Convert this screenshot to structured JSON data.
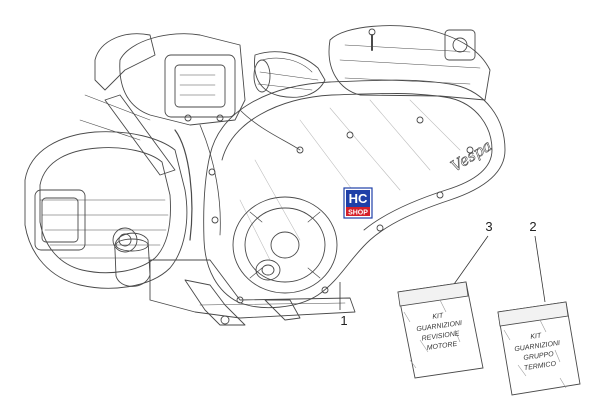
{
  "diagram": {
    "part_1_callout": "1",
    "part_2_callout": "2",
    "part_3_callout": "3",
    "engine_badge": "Vespa",
    "kit_3": {
      "line1": "KIT",
      "line2": "GUARNIZIONI",
      "line3": "REVISIONE",
      "line4": "MOTORE"
    },
    "kit_2": {
      "line1": "KIT",
      "line2": "GUARNIZIONI",
      "line3": "GRUPPO",
      "line4": "TERMICO"
    }
  },
  "watermark": {
    "top": "HC",
    "bottom": "SHOP",
    "colors": {
      "blue": "#1f3fa8",
      "red": "#d4202a"
    }
  }
}
